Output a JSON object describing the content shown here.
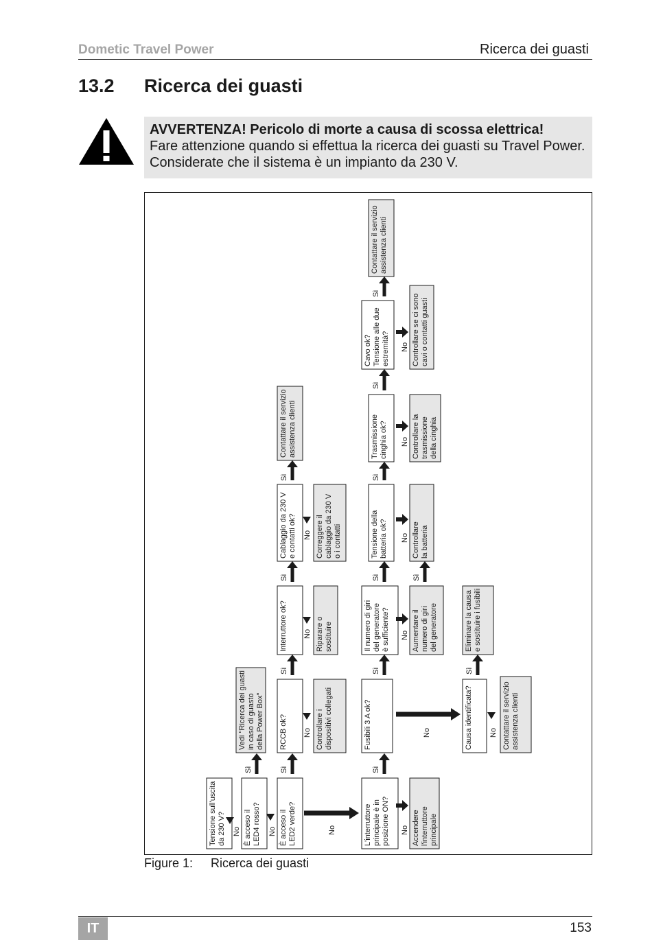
{
  "header": {
    "brand": "Dometic Travel Power",
    "chapter": "Ricerca dei guasti"
  },
  "section": {
    "number": "13.2",
    "title": "Ricerca dei guasti"
  },
  "warning": {
    "title": "AVVERTENZA! Pericolo di morte a causa di scossa elettrica!",
    "line1": "Fare attenzione quando si effettua la ricerca dei guasti su Travel Power.",
    "line2": "Considerate che il sistema è un impianto da 230 V."
  },
  "flowchart": {
    "labels": {
      "yes": "Sì",
      "no": "No"
    },
    "nodes": [
      {
        "id": "tensione",
        "lines": [
          "Tensione sull'uscita",
          "da 230 V?"
        ],
        "gray": false
      },
      {
        "id": "led4",
        "lines": [
          "È acceso il",
          "LED4 rosso?"
        ],
        "gray": false
      },
      {
        "id": "vedi-power-box",
        "lines": [
          "Vedi \"Ricerca dei guasti",
          "in caso di guasto",
          "della Power Box\""
        ],
        "gray": true
      },
      {
        "id": "led2",
        "lines": [
          "È acceso il",
          "LED2 verde?"
        ],
        "gray": false
      },
      {
        "id": "rccb",
        "lines": [
          "RCCB ok?"
        ],
        "gray": false
      },
      {
        "id": "controllare-dispositivi",
        "lines": [
          "Controllare i",
          "dispositivi collegati"
        ],
        "gray": true
      },
      {
        "id": "interruttore-ok",
        "lines": [
          "Interruttore ok?"
        ],
        "gray": false
      },
      {
        "id": "riparare",
        "lines": [
          "Riparare o",
          "sostituire"
        ],
        "gray": true
      },
      {
        "id": "cablaggio",
        "lines": [
          "Cablaggio da 230 V",
          "e contatti ok?"
        ],
        "gray": false
      },
      {
        "id": "correggere",
        "lines": [
          "Correggere il",
          "cablaggio da 230 V",
          "o i contatti"
        ],
        "gray": true
      },
      {
        "id": "contattare-1",
        "lines": [
          "Contattare il servizio",
          "assistenza clienti"
        ],
        "gray": true
      },
      {
        "id": "interruttore-principale",
        "lines": [
          "L'interruttore",
          "principale è in",
          "posizione ON?"
        ],
        "gray": false
      },
      {
        "id": "accendere",
        "lines": [
          "Accendere",
          "l'interruttore",
          "principale"
        ],
        "gray": true
      },
      {
        "id": "fusibili",
        "lines": [
          "Fusibili 3 A ok?"
        ],
        "gray": false
      },
      {
        "id": "numero-giri",
        "lines": [
          "Il numero di giri",
          "del generatore",
          "è sufficiente?"
        ],
        "gray": false
      },
      {
        "id": "aumentare",
        "lines": [
          "Aumentare il",
          "numero di giri",
          "del generatore"
        ],
        "gray": true
      },
      {
        "id": "tensione-batteria",
        "lines": [
          "Tensione della",
          "batteria ok?"
        ],
        "gray": false
      },
      {
        "id": "controllare-batteria",
        "lines": [
          "Controllare",
          "la batteria"
        ],
        "gray": true
      },
      {
        "id": "trasmissione",
        "lines": [
          "Trasmissione",
          "cinghia ok?"
        ],
        "gray": false
      },
      {
        "id": "controllare-trasmissione",
        "lines": [
          "Controllare la",
          "trasmissione",
          "della cinghia"
        ],
        "gray": true
      },
      {
        "id": "cavo",
        "lines": [
          "Cavo ok?",
          "Tensione alle due",
          "estremità?"
        ],
        "gray": false
      },
      {
        "id": "controllare-cavi",
        "lines": [
          "Controllare se ci sono",
          "cavi o contatti guasti"
        ],
        "gray": true
      },
      {
        "id": "contattare-2",
        "lines": [
          "Contattare il servizio",
          "assistenza clienti"
        ],
        "gray": true
      },
      {
        "id": "causa",
        "lines": [
          "Causa identificata?"
        ],
        "gray": false
      },
      {
        "id": "eliminare",
        "lines": [
          "Eliminare la causa",
          "e sostituire i fusibili"
        ],
        "gray": true
      },
      {
        "id": "contattare-3",
        "lines": [
          "Contattare il servizio",
          "assistenza clienti"
        ],
        "gray": true
      }
    ]
  },
  "figure": {
    "number": "Figure 1:",
    "caption": "Ricerca dei guasti"
  },
  "footer": {
    "lang": "IT",
    "page": "153"
  }
}
